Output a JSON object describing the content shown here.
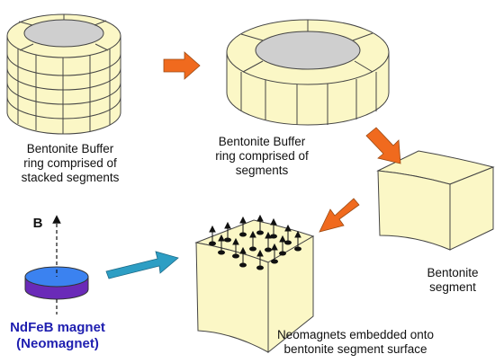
{
  "labels": {
    "stacked_ring": [
      "Bentonite Buffer",
      "ring comprised of",
      "stacked segments"
    ],
    "ring": [
      "Bentonite Buffer",
      "ring comprised of",
      "segments"
    ],
    "segment": [
      "Bentonite",
      "segment"
    ],
    "embedded": [
      "Neomagnets embedded onto",
      "bentonite segment surface"
    ],
    "magnet": [
      "NdFeB magnet",
      "(Neomagnet)"
    ],
    "field_symbol": "B"
  },
  "colors": {
    "bentonite_fill": "#fbf7c6",
    "bentonite_edge": "#444444",
    "ring_inner": "#cfcfcf",
    "flow_arrow": "#f06a1e",
    "magnet_arrow": "#2d9ec4",
    "magnet_top": "#3b82f0",
    "magnet_side": "#6a2ab8",
    "magnet_label": "#1f1fb0"
  }
}
